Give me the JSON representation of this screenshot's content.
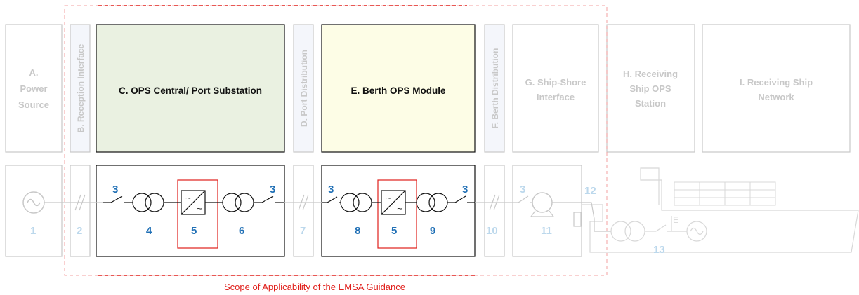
{
  "colors": {
    "active_stroke": "#111111",
    "faded_stroke": "#c8c8c8",
    "faded_text": "#c8c8c8",
    "number_active": "#1f6fb5",
    "number_faded": "#bcd8ec",
    "scope_red": "#e0201c",
    "box_c_fill": "#eaf1e1",
    "box_e_fill": "#fdfde6",
    "vertical_box_fill": "#f4f6fb"
  },
  "boxes": {
    "a": {
      "line1": "A.",
      "line2": "Power",
      "line3": "Source"
    },
    "b": {
      "label": "B. Reception Interface"
    },
    "c": {
      "label": "C. OPS Central/ Port Substation"
    },
    "d": {
      "label": "D. Port Distribution"
    },
    "e": {
      "label": "E. Berth OPS Module"
    },
    "f": {
      "label": "F. Berth Distribution"
    },
    "g": {
      "line1": "G. Ship-Shore",
      "line2": "Interface"
    },
    "h": {
      "line1": "H. Receiving",
      "line2": "Ship OPS",
      "line3": "Station"
    },
    "i": {
      "line1": "I. Receiving Ship",
      "line2": "Network"
    }
  },
  "numbers": {
    "n1": "1",
    "n2": "2",
    "n3_left": "3",
    "n4": "4",
    "n5_left": "5",
    "n6": "6",
    "n3_mid": "3",
    "n7": "7",
    "n3_berth": "3",
    "n8": "8",
    "n5_right": "5",
    "n9": "9",
    "n3_right": "3",
    "n10": "10",
    "n3_ship": "3",
    "n11": "11",
    "n12": "12",
    "n13": "13"
  },
  "scope": {
    "label": "Scope of Applicability of the EMSA Guidance"
  }
}
